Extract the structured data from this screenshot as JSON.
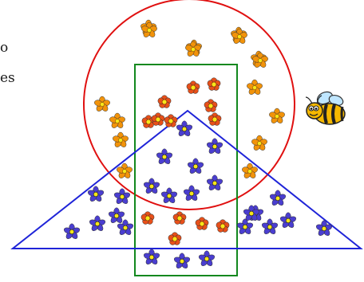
{
  "text_fragments": [
    "o",
    "es"
  ],
  "colors": {
    "circle": "#e01010",
    "rectangle": "#12881e",
    "triangle": "#1f24d8",
    "orange_flower": "#f2930a",
    "red_flower": "#e8501a",
    "blue_flower": "#4a3ed0",
    "flower_center": "#f7e61a",
    "bee_body": "#f5b800",
    "bee_stripes": "#222222",
    "bee_wings": "#bfe6ff"
  },
  "icons": {
    "orange_flower": "orange-flower-icon",
    "red_flower": "red-flower-icon",
    "blue_flower": "blue-flower-icon",
    "bee": "bee-icon"
  },
  "flower_counts": {
    "orange": 16,
    "red": 13,
    "blue": 24
  }
}
